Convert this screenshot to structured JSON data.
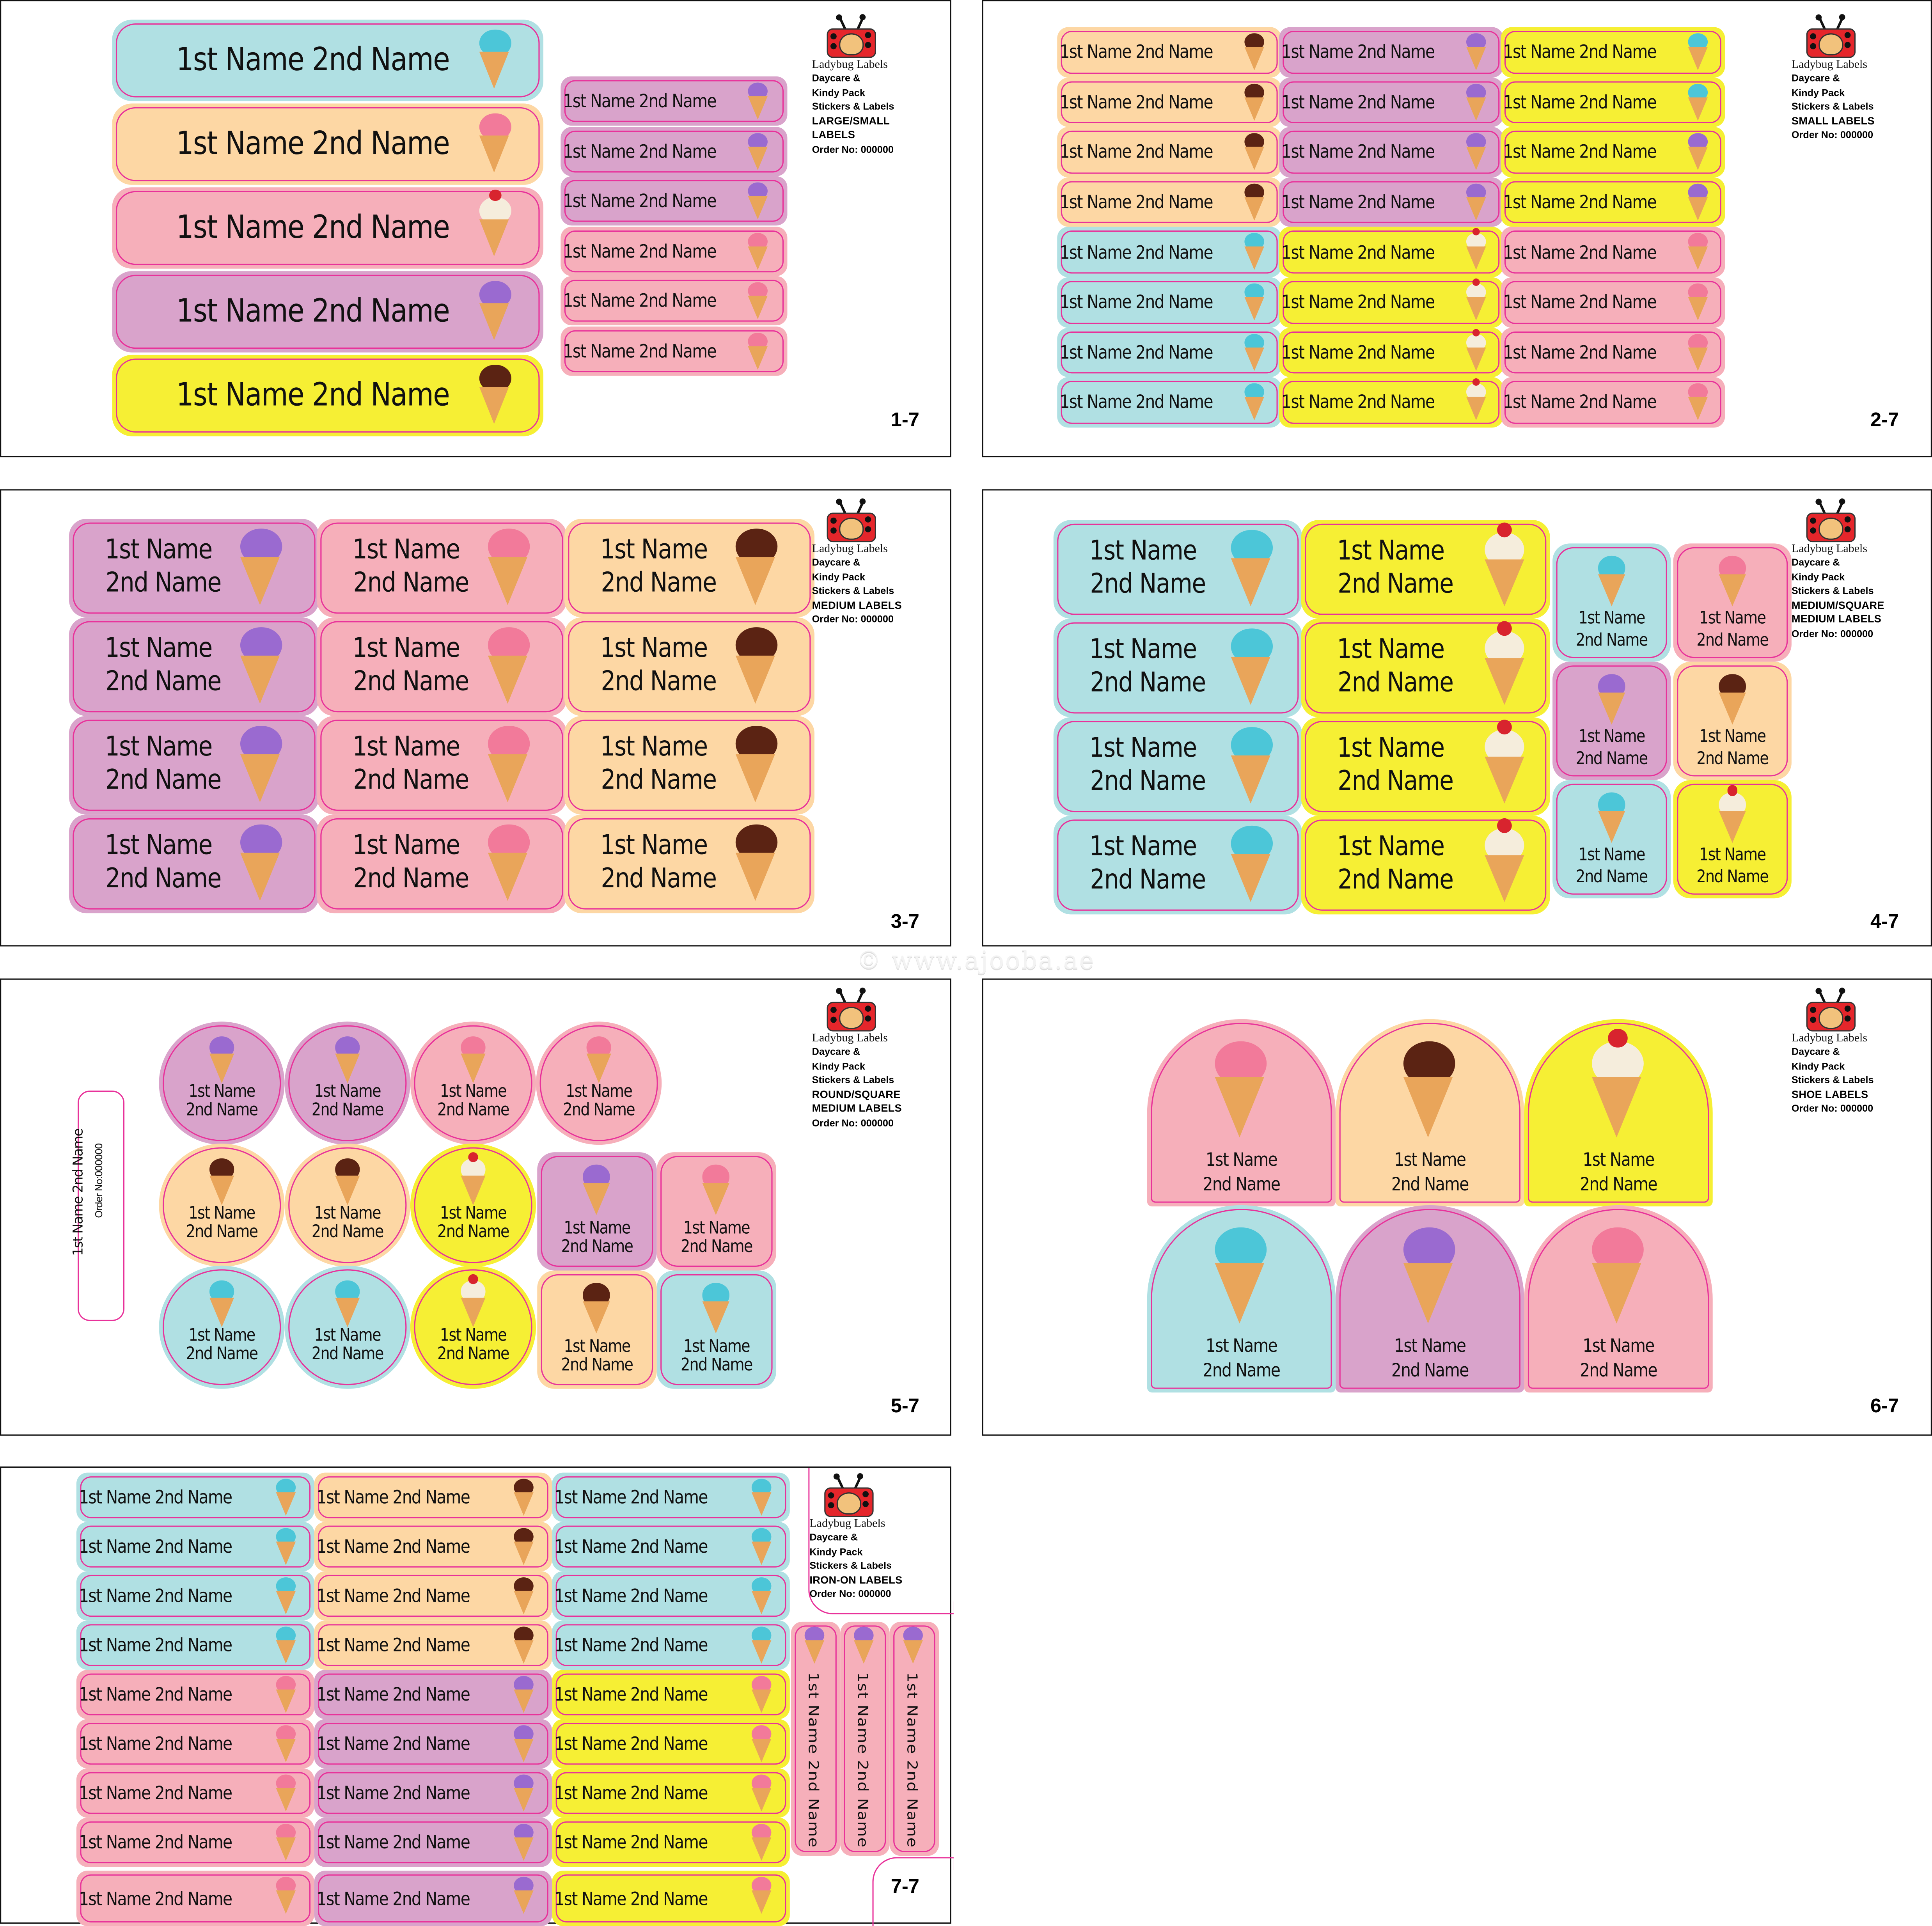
{
  "brand": {
    "name": "Ladybug Labels",
    "line1": "Daycare &",
    "line2": "Kindy Pack",
    "line3": "Stickers & Labels",
    "order": "Order No: 000000"
  },
  "label_text": {
    "full": "1st Name 2nd Name",
    "first": "1st Name",
    "second": "2nd Name",
    "order_small": "Order No:000000"
  },
  "colors": {
    "blue": "#b0e0e3",
    "peach": "#fdd7a4",
    "pink": "#f6afba",
    "purple": "#d9a3cb",
    "yellow": "#f6ef34",
    "cut_line": "#e8329a"
  },
  "watermark": "© www.ajooba.ae",
  "panels": [
    {
      "page": "1-7",
      "type_lines": [
        "LARGE/SMALL",
        "LABELS"
      ]
    },
    {
      "page": "2-7",
      "type_lines": [
        "SMALL LABELS"
      ]
    },
    {
      "page": "3-7",
      "type_lines": [
        "MEDIUM LABELS"
      ]
    },
    {
      "page": "4-7",
      "type_lines": [
        "MEDIUM/SQUARE",
        "MEDIUM LABELS"
      ]
    },
    {
      "page": "5-7",
      "type_lines": [
        "ROUND/SQUARE",
        "MEDIUM LABELS"
      ]
    },
    {
      "page": "6-7",
      "type_lines": [
        "SHOE LABELS"
      ]
    },
    {
      "page": "7-7",
      "type_lines": [
        "IRON-ON LABELS"
      ]
    }
  ]
}
